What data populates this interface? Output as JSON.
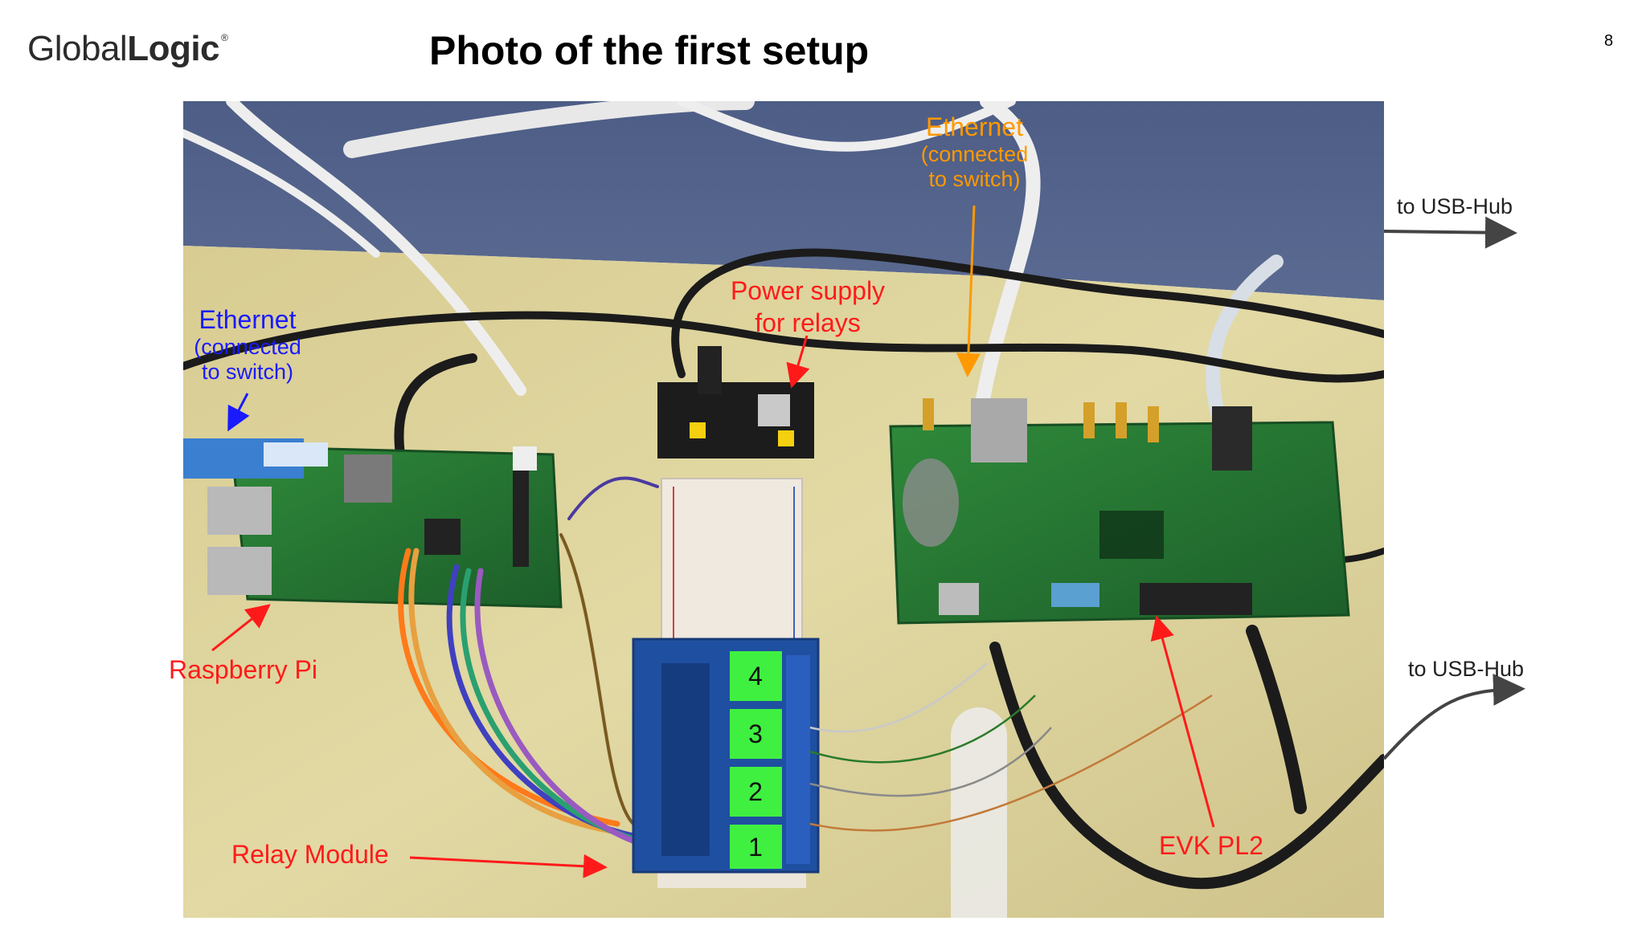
{
  "slide": {
    "logo": {
      "part1": "Global",
      "part2": "Logic",
      "tm": "®"
    },
    "title": "Photo of the first setup",
    "page_number": "8"
  },
  "labels": {
    "ethernet_left": {
      "line1": "Ethernet",
      "line2": "(connected",
      "line3": "to switch)"
    },
    "ethernet_top": {
      "line1": "Ethernet",
      "line2": "(connected",
      "line3": "to switch)"
    },
    "power_supply": {
      "line1": "Power supply",
      "line2": "for relays"
    },
    "raspberry_pi": "Raspberry Pi",
    "relay_module": "Relay Module",
    "evk": "EVK PL2",
    "usb_hub_top": "to USB-Hub",
    "usb_hub_bottom": "to USB-Hub"
  },
  "relay_numbers": [
    "4",
    "3",
    "2",
    "1"
  ],
  "colors": {
    "red_label": "#ff1a1a",
    "blue_label": "#1a1aff",
    "orange_label": "#ff9900",
    "usb_arrow": "#333333"
  }
}
